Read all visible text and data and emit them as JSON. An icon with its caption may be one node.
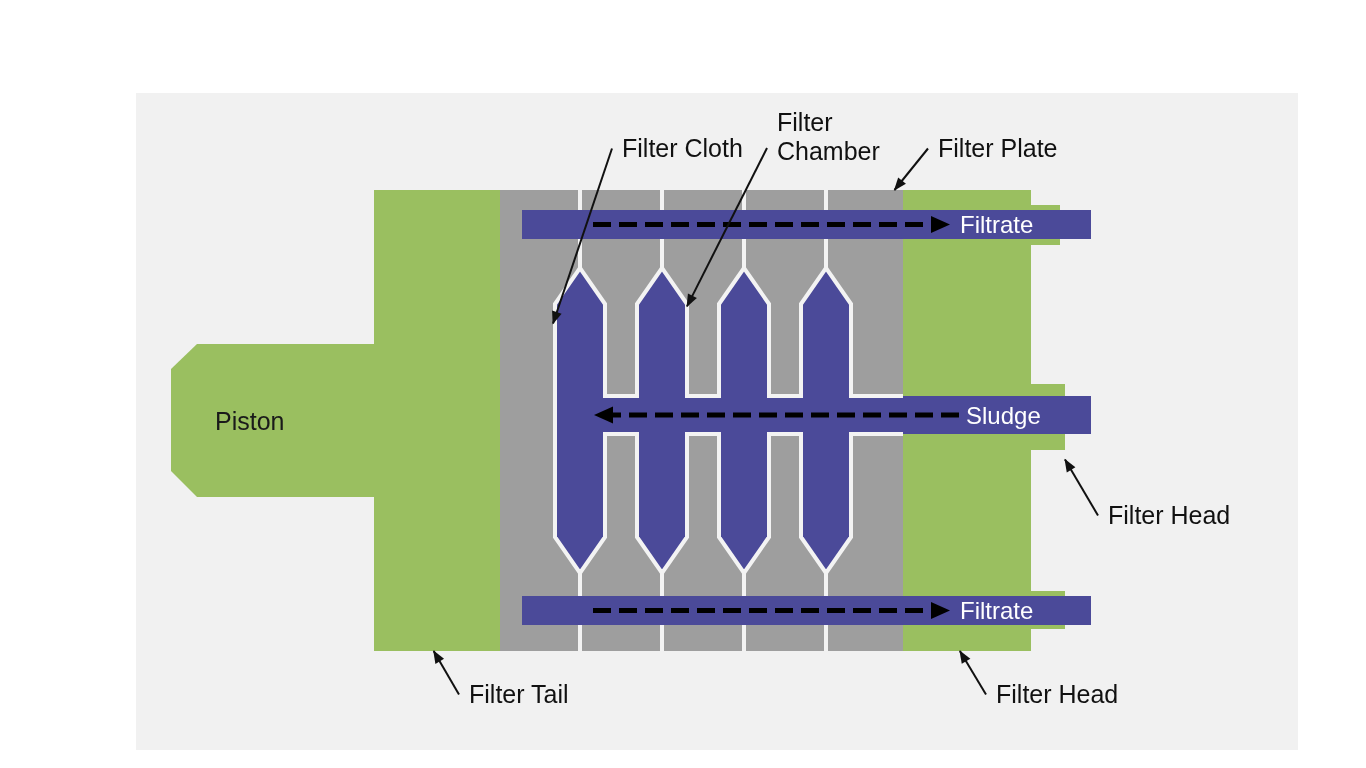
{
  "diagram": {
    "nodes": [
      {
        "text": [
          "Filter Cloth"
        ]
      },
      {
        "text": [
          "Filter Chamber"
        ]
      },
      {
        "text": [
          "Filter Plate"
        ]
      },
      {
        "text": [
          "Filtrate"
        ]
      },
      {
        "text": [
          "Piston"
        ]
      },
      {
        "text": [
          "Sludge"
        ]
      },
      {
        "text": [
          "Filter Head"
        ]
      },
      {
        "text": [
          "Filtrate"
        ]
      },
      {
        "text": [
          "Filter Tail"
        ]
      },
      {
        "text": [
          "Filter Head"
        ]
      },
      {
        "text": [],
        "shape": "box"
      },
      {
        "text": [],
        "shape": "box"
      },
      {
        "text": [],
        "shape": "box"
      },
      {
        "text": [],
        "shape": "outline",
        "in": 11
      },
      {
        "text": [],
        "shape": "hexagon",
        "in": 13
      }
    ],
    "edges": [
      {
        "from": 0,
        "to": 13,
        "arrow": "to"
      },
      {
        "from": 1,
        "to": 14,
        "arrow": "to"
      },
      {
        "from": 2,
        "to": 11,
        "arrow": "to"
      },
      {
        "from": 6,
        "to": 12,
        "arrow": "to"
      },
      {
        "from": 8,
        "to": 10,
        "arrow": "to"
      },
      {
        "from": 9,
        "to": 12,
        "arrow": "to"
      }
    ]
  }
}
